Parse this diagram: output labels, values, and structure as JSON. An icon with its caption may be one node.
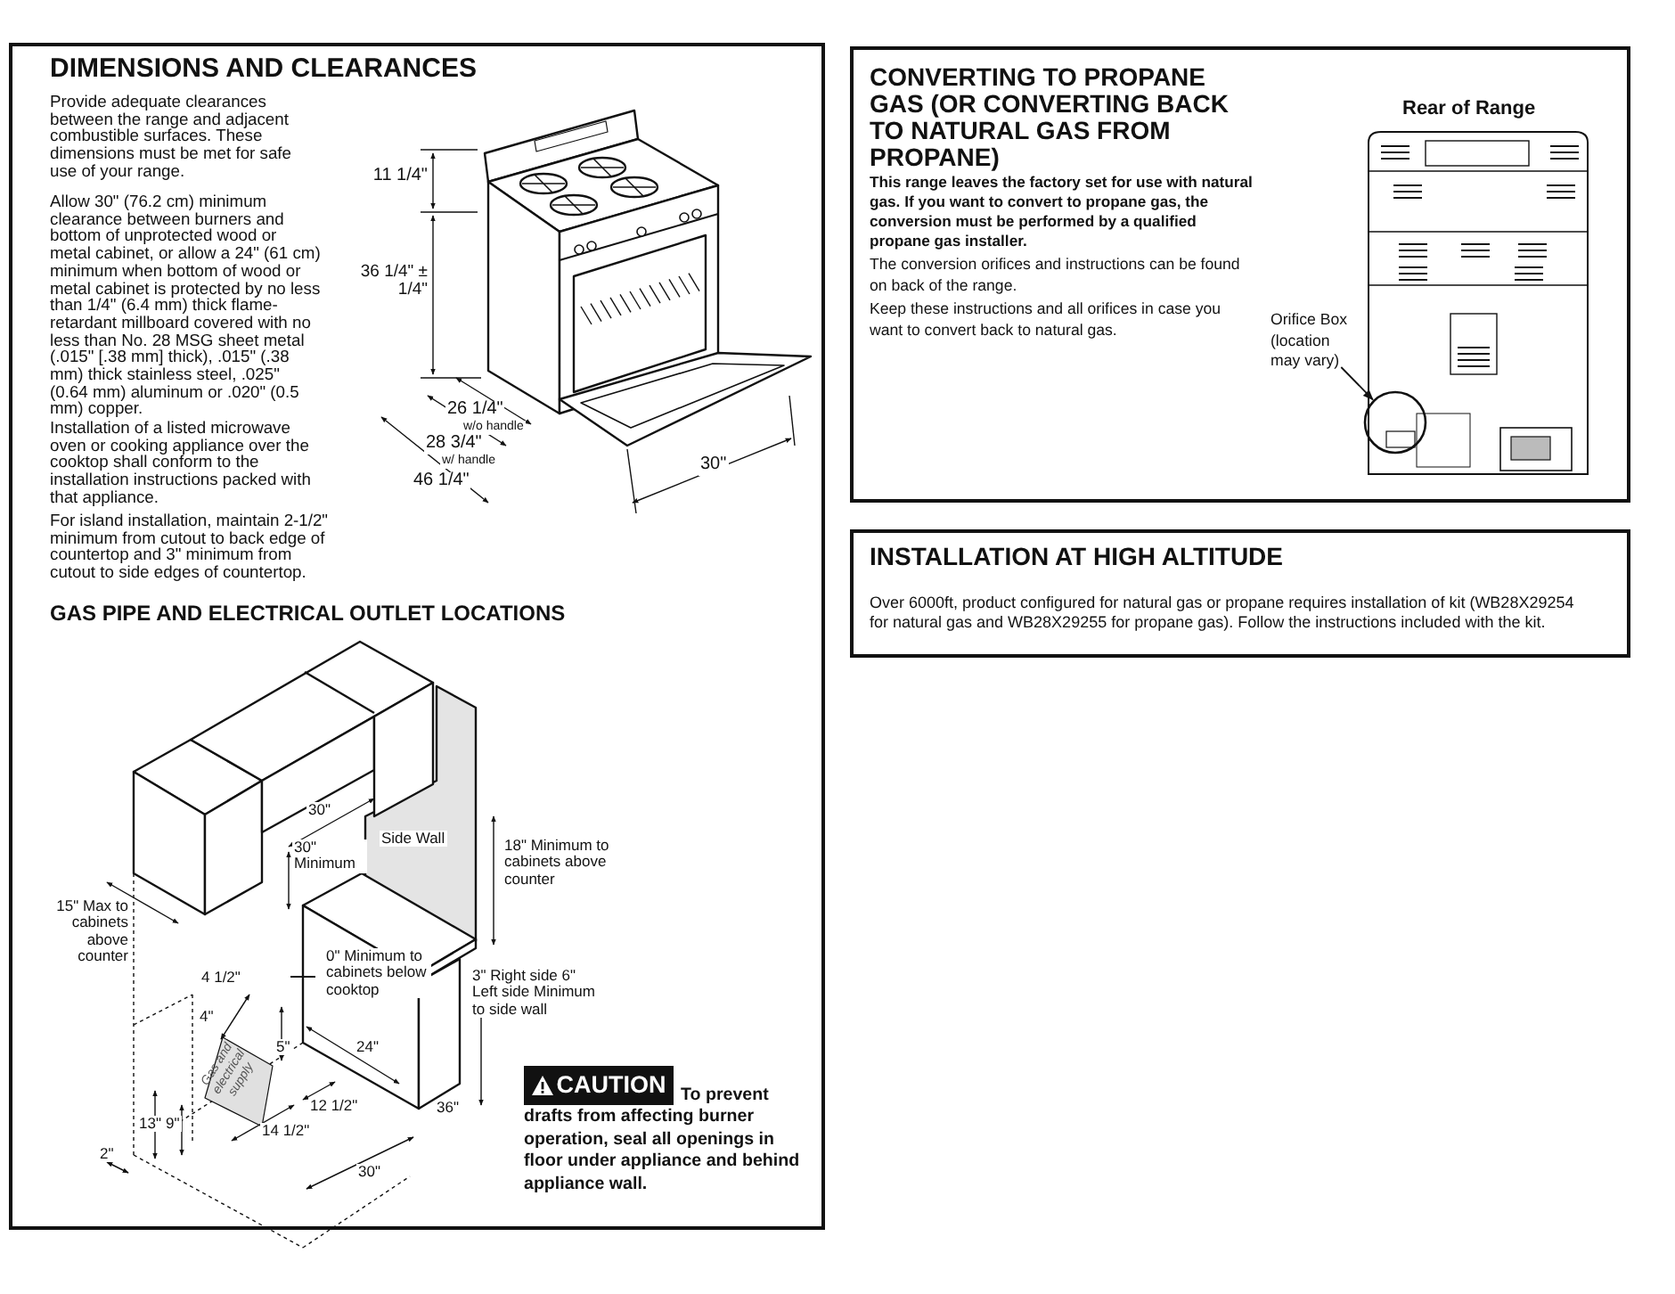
{
  "diagram": {
    "nodes": [
      {
        "text": [
          "DIMENSIONS AND CLEARANCES",
          "Provide adequate clearances between the range and adjacent combustible surfaces. These dimensions must be met for safe use of your range.",
          "Allow 30\" (76.2 cm) minimum clearance between burners and bottom of unprotected wood or metal cabinet, or allow a 24\" (61 cm) minimum when bottom of wood or metal cabinet is protected by no less than 1/4\" (6.4 mm) thick flame-retardant millboard covered with no less than No. 28 MSG sheet metal (.015\" [.38 mm] thick), .015\" (.38 mm) thick stainless steel, .025\" (0.64 mm) aluminum or .020\" (0.5 mm) copper.",
          "Installation of a listed microwave oven or cooking appliance over the cooktop shall conform to the installation instructions packed with that appliance.",
          "For island installation, maintain 2-1/2\" minimum from cutout to back edge of countertop and 3\" minimum from cutout to side edges of countertop.",
          "GAS PIPE AND ELECTRICAL OUTLET LOCATIONS"
        ]
      },
      {
        "text": [
          "CONVERTING TO PROPANE GAS (OR CONVERTING BACK TO NATURAL GAS FROM PROPANE)",
          "This range leaves the factory set for use with natural gas. If you want to convert to propane gas, the conversion must be performed by a qualified propane gas installer.",
          "The conversion orifices and instructions can be found on back of the range.",
          "Keep these instructions and all orifices in case you want to convert back to natural gas."
        ]
      },
      {
        "text": [
          "INSTALLATION AT HIGH ALTITUDE",
          "Over 6000ft, product configured for natural gas or propane requires installation of kit (WB28X29254 for natural gas and WB28X29255 for propane gas). Follow the instructions included with the kit."
        ]
      },
      {
        "text": [
          "CAUTION"
        ],
        "beside": [
          "To prevent drafts from affecting burner operation, seal all openings in floor under appliance and behind appliance wall."
        ],
        "in": 0
      },
      {
        "text": [
          "Orifice Box (location may vary)"
        ],
        "in": 1
      },
      {
        "text": [],
        "shape": "circle",
        "in": 1
      }
    ],
    "edges": [
      {
        "from": 4,
        "to": 5,
        "arrow": "to"
      }
    ],
    "labels": [
      "11 1/4\"",
      "36 1/4\" ± 1/4\"",
      "26 1/4\"",
      "w/o handle",
      "28 3/4\"",
      "w/ handle",
      "46 1/4\"",
      "30\"",
      "30\"",
      "30\" Minimum",
      "Side Wall",
      "18\" Minimum to cabinets above counter",
      "15\" Max to cabinets above counter",
      "4 1/2\"",
      "4\"",
      "0\" Minimum to cabinets below cooktop",
      "3\" Right side 6\" Left side Minimum to side wall",
      "5\"",
      "24\"",
      "Gas and electrical supply",
      "13\"",
      "9\"",
      "12 1/2\"",
      "36\"",
      "14 1/2\"",
      "2\"",
      "30\"",
      "Rear of Range"
    ]
  }
}
